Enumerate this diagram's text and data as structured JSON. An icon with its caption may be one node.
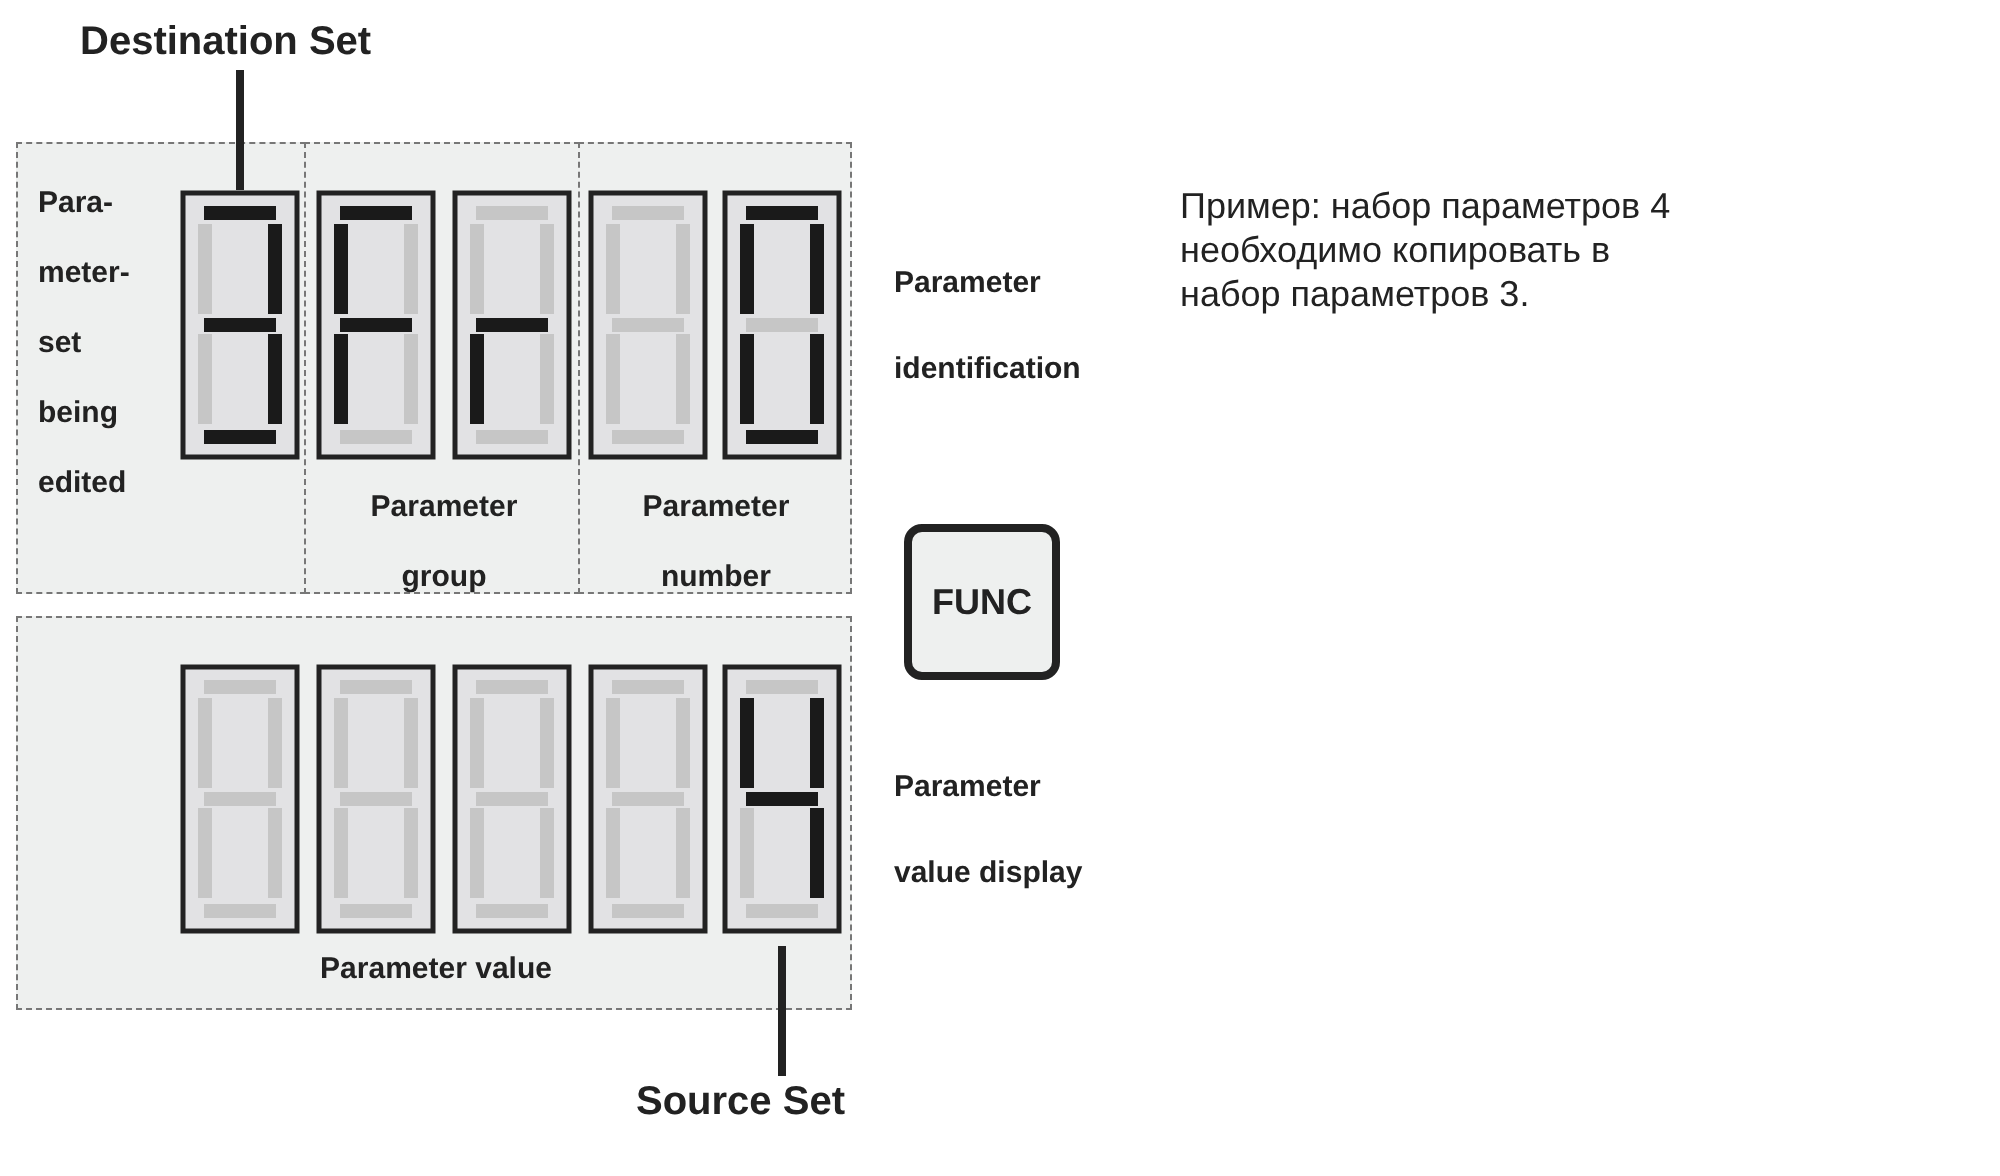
{
  "diagram": {
    "nodes": [
      {
        "text": [
          "Destination Set"
        ]
      },
      {
        "text": [
          "Para- meter- set being edited"
        ]
      },
      {
        "text": [],
        "shape": "box",
        "in": 1
      },
      {
        "text": [
          "Parameter group"
        ]
      },
      {
        "text": [],
        "shape": "box",
        "in": 3
      },
      {
        "text": [],
        "shape": "box",
        "in": 3
      },
      {
        "text": [
          "Parameter number"
        ]
      },
      {
        "text": [],
        "shape": "box",
        "in": 6
      },
      {
        "text": [],
        "shape": "box",
        "in": 6
      },
      {
        "text": [
          "Parameter value"
        ]
      },
      {
        "text": [],
        "shape": "box",
        "in": 9
      },
      {
        "text": [],
        "shape": "box",
        "in": 9
      },
      {
        "text": [],
        "shape": "box",
        "in": 9
      },
      {
        "text": [],
        "shape": "box",
        "in": 9
      },
      {
        "text": [],
        "shape": "box",
        "in": 9
      },
      {
        "text": [
          "Source Set"
        ]
      },
      {
        "text": [
          "FUNC"
        ]
      }
    ],
    "edges": [
      {
        "from": 0,
        "to": 2,
        "arrow": "none"
      },
      {
        "from": 15,
        "to": 14,
        "arrow": "none"
      }
    ],
    "labels": [
      "Parameter identification",
      "Parameter value display",
      "Пример: набор параметров 4 необходимо копировать в набор параметров 3."
    ]
  }
}
